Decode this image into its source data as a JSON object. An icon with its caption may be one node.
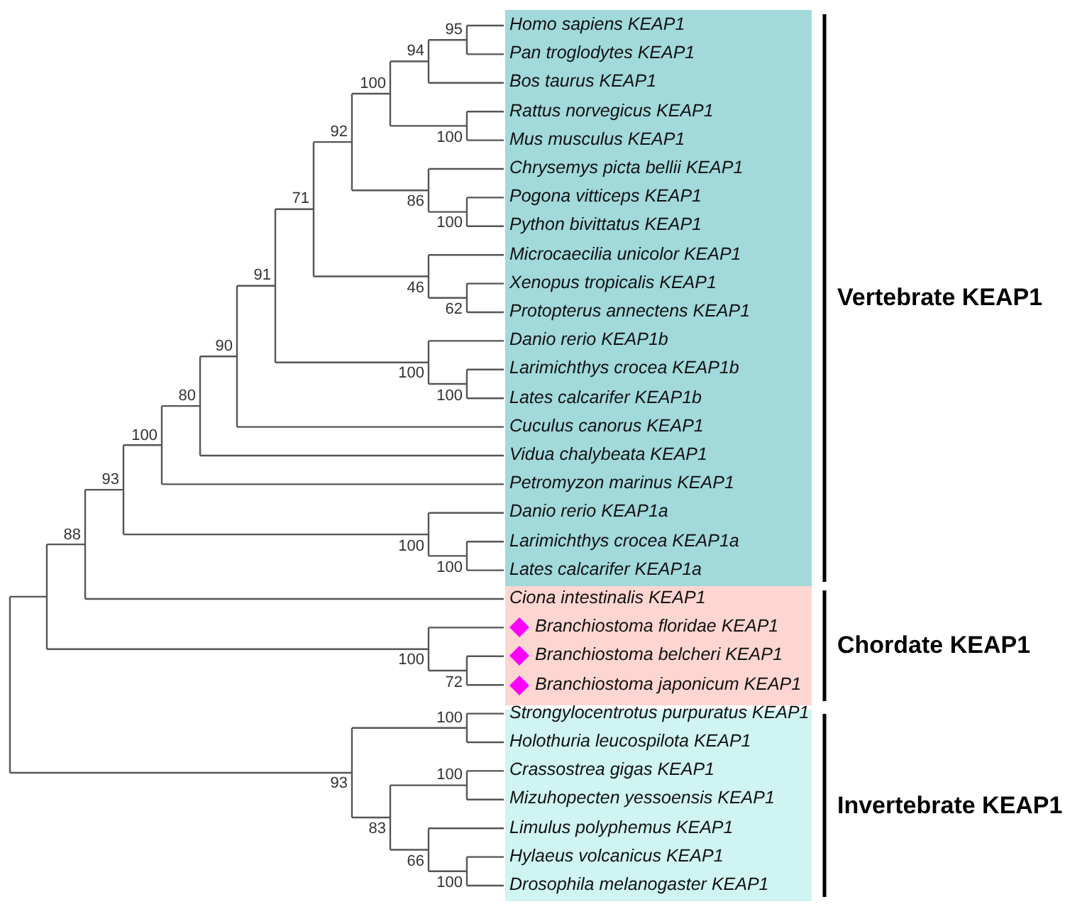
{
  "diagram": {
    "nodes": [
      {
        "text": [
          "Vertebrate KEAP1"
        ]
      },
      {
        "text": [
          "Homo sapiens KEAP1"
        ],
        "in": 0
      },
      {
        "text": [
          "Pan troglodytes KEAP1"
        ],
        "in": 0
      },
      {
        "text": [
          "Bos taurus KEAP1"
        ],
        "in": 0
      },
      {
        "text": [
          "Rattus norvegicus KEAP1"
        ],
        "in": 0
      },
      {
        "text": [
          "Mus musculus KEAP1"
        ],
        "in": 0
      },
      {
        "text": [
          "Chrysemys picta bellii KEAP1"
        ],
        "in": 0
      },
      {
        "text": [
          "Pogona vitticeps KEAP1"
        ],
        "in": 0
      },
      {
        "text": [
          "Python bivittatus KEAP1"
        ],
        "in": 0
      },
      {
        "text": [
          "Microcaecilia unicolor KEAP1"
        ],
        "in": 0
      },
      {
        "text": [
          "Xenopus tropicalis KEAP1"
        ],
        "in": 0
      },
      {
        "text": [
          "Protopterus annectens KEAP1"
        ],
        "in": 0
      },
      {
        "text": [
          "Danio rerio KEAP1b"
        ],
        "in": 0
      },
      {
        "text": [
          "Larimichthys crocea KEAP1b"
        ],
        "in": 0
      },
      {
        "text": [
          "Lates calcarifer KEAP1b"
        ],
        "in": 0
      },
      {
        "text": [
          "Cuculus canorus KEAP1"
        ],
        "in": 0
      },
      {
        "text": [
          "Vidua chalybeata KEAP1"
        ],
        "in": 0
      },
      {
        "text": [
          "Petromyzon marinus KEAP1"
        ],
        "in": 0
      },
      {
        "text": [
          "Danio rerio KEAP1a"
        ],
        "in": 0
      },
      {
        "text": [
          "Larimichthys crocea KEAP1a"
        ],
        "in": 0
      },
      {
        "text": [
          "Lates calcarifer KEAP1a"
        ],
        "in": 0
      },
      {
        "text": [
          "Chordate KEAP1"
        ]
      },
      {
        "text": [
          "Ciona intestinalis KEAP1"
        ],
        "in": 21
      },
      {
        "text": [
          "Branchiostoma floridae KEAP1"
        ],
        "in": 21
      },
      {
        "text": [
          "Branchiostoma belcheri KEAP1"
        ],
        "in": 21
      },
      {
        "text": [
          "Branchiostoma japonicum KEAP1"
        ],
        "in": 21
      },
      {
        "text": [
          "Invertebrate KEAP1"
        ]
      },
      {
        "text": [
          "Strongylocentrotus purpuratus KEAP1"
        ],
        "in": 26
      },
      {
        "text": [
          "Holothuria leucospilota KEAP1"
        ],
        "in": 26
      },
      {
        "text": [
          "Crassostrea gigas KEAP1"
        ],
        "in": 26
      },
      {
        "text": [
          "Mizuhopecten yessoensis KEAP1"
        ],
        "in": 26
      },
      {
        "text": [
          "Limulus polyphemus KEAP1"
        ],
        "in": 26
      },
      {
        "text": [
          "Hylaeus volcanicus KEAP1"
        ],
        "in": 26
      },
      {
        "text": [
          "Drosophila melanogaster KEAP1"
        ],
        "in": 26
      }
    ],
    "labels": [
      "95",
      "94",
      "100",
      "92",
      "100",
      "71",
      "86",
      "100",
      "91",
      "46",
      "62",
      "90",
      "100",
      "100",
      "80",
      "100",
      "93",
      "88",
      "100",
      "100",
      "100",
      "72",
      "100",
      "100",
      "93",
      "83",
      "66",
      "100"
    ]
  }
}
